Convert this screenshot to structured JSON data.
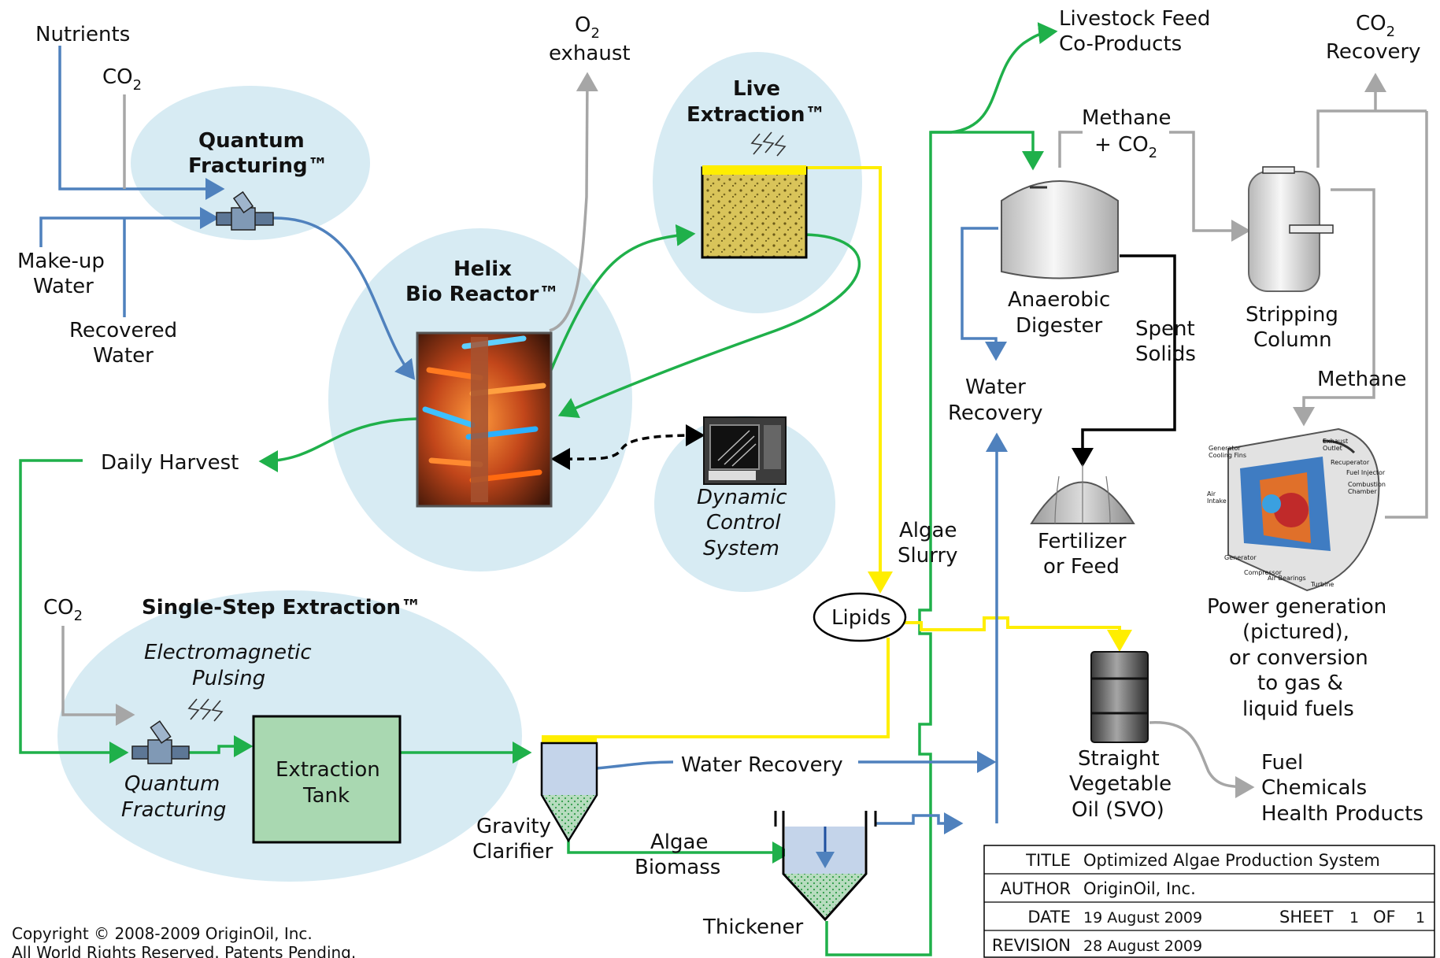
{
  "inputs": {
    "nutrients": "Nutrients",
    "co2": "CO",
    "co2_sub": "2",
    "makeup_water_1": "Make-up",
    "makeup_water_2": "Water",
    "recovered_water_1": "Recovered",
    "recovered_water_2": "Water"
  },
  "o2_exhaust": {
    "o2": "O",
    "sub": "2",
    "exhaust": "exhaust"
  },
  "quantum_fracturing": {
    "line1": "Quantum",
    "line2": "Fracturing™"
  },
  "helix": {
    "line1": "Helix",
    "line2": "Bio Reactor™"
  },
  "live_extraction": {
    "line1": "Live",
    "line2": "Extraction™"
  },
  "dynamic_control": {
    "line1": "Dynamic",
    "line2": "Control",
    "line3": "System"
  },
  "daily_harvest": "Daily Harvest",
  "single_step": {
    "title": "Single-Step Extraction™",
    "co2": "CO",
    "co2_sub": "2",
    "em_1": "Electromagnetic",
    "em_2": "Pulsing",
    "qf_1": "Quantum",
    "qf_2": "Fracturing",
    "tank_1": "Extraction",
    "tank_2": "Tank"
  },
  "gravity_clarifier": {
    "line1": "Gravity",
    "line2": "Clarifier"
  },
  "water_recovery_mid": "Water Recovery",
  "algae_biomass": {
    "line1": "Algae",
    "line2": "Biomass"
  },
  "thickener": "Thickener",
  "lipids": "Lipids",
  "algae_slurry": {
    "line1": "Algae",
    "line2": "Slurry"
  },
  "livestock": {
    "line1": "Livestock Feed",
    "line2": "Co-Products"
  },
  "methane_co2": {
    "line1": "Methane",
    "line2": "+ CO",
    "sub": "2"
  },
  "co2_recovery": {
    "co2": "CO",
    "sub": "2",
    "recovery": "Recovery"
  },
  "anaerobic": {
    "line1": "Anaerobic",
    "line2": "Digester"
  },
  "water_recovery_right": {
    "line1": "Water",
    "line2": "Recovery"
  },
  "spent_solids": {
    "line1": "Spent",
    "line2": "Solids"
  },
  "stripping": {
    "line1": "Stripping",
    "line2": "Column"
  },
  "methane": "Methane",
  "fertilizer": {
    "line1": "Fertilizer",
    "line2": "or Feed"
  },
  "power": {
    "line1": "Power generation",
    "line2": "(pictured),",
    "line3": "or conversion",
    "line4": "to gas &",
    "line5": "liquid fuels"
  },
  "turbine_labels": {
    "exhaust": "Exhaust",
    "outlet": "Outlet",
    "gen_cool1": "Generator",
    "gen_cool2": "Cooling Fins",
    "recuperator": "Recuperator",
    "fuel_injector": "Fuel Injector",
    "combustion1": "Combustion",
    "combustion2": "Chamber",
    "air1": "Air",
    "air2": "Intake",
    "generator": "Generator",
    "compressor": "Compressor",
    "air_bearings": "Air Bearings",
    "turbine": "Turbine"
  },
  "svo": {
    "line1": "Straight",
    "line2": "Vegetable",
    "line3": "Oil (SVO)"
  },
  "products": {
    "line1": "Fuel",
    "line2": "Chemicals",
    "line3": "Health Products"
  },
  "copyright": {
    "line1": "Copyright © 2008-2009 OriginOil, Inc.",
    "line2": "All World Rights Reserved. Patents Pending."
  },
  "title_block": {
    "title_label": "TITLE",
    "title_value": "Optimized Algae Production System",
    "author_label": "AUTHOR",
    "author_value": "OriginOil, Inc.",
    "date_label": "DATE",
    "date_value": "19 August 2009",
    "sheet_label": "SHEET",
    "sheet_num": "1",
    "of_label": "OF",
    "sheet_total": "1",
    "revision_label": "REVISION",
    "revision_value": "28 August 2009"
  },
  "colors": {
    "water_flow": "#4f81bd",
    "algae_flow": "#1fb04a",
    "gas_flow": "#a6a6a6",
    "lipid_flow": "#ffee00",
    "solids_flow": "#000000",
    "bubble": "#d7ebf3"
  }
}
